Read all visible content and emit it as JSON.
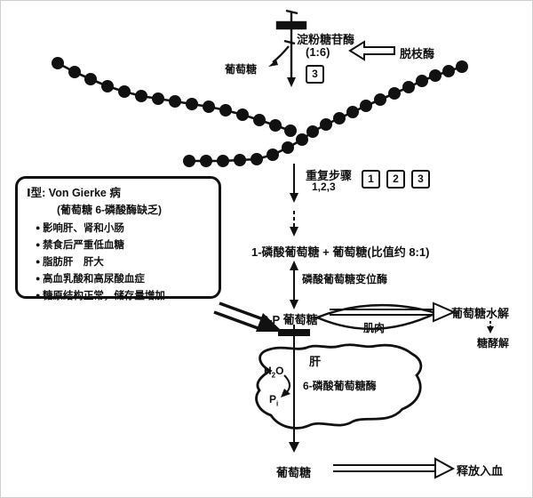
{
  "diagram": {
    "top": {
      "enzyme": "淀粉糖苷酶",
      "ratio": "(1:6)",
      "step_box": "3",
      "released_glucose": "葡萄糖",
      "debranching_enzyme": "脱枝酶"
    },
    "middle": {
      "repeat_label": "重复步骤",
      "repeat_numbers": "1,2,3",
      "step_boxes": [
        "1",
        "2",
        "3"
      ],
      "g1p_line": "1-磷酸葡萄糖 + 葡萄糖(比值约 8:1)",
      "mutase": "磷酸葡萄糖变位酶",
      "g6p": "6-P 葡萄糖"
    },
    "muscle": {
      "label": "肌肉",
      "fate": "葡萄糖水解",
      "glycolysis": "糖酵解"
    },
    "liver": {
      "label": "肝",
      "enzyme": "6-磷酸葡萄糖酶",
      "h2o_base": "H",
      "h2o_sub": "2",
      "h2o_rest": "O",
      "pi_base": "P",
      "pi_sub": "i"
    },
    "bottom": {
      "glucose": "葡萄糖",
      "release": "释放入血"
    },
    "callout": {
      "title": "Ⅰ型: Von Gierke 病",
      "subtitle": "(葡萄糖 6-磷酸酶缺乏)",
      "bullets": [
        "影响肝、肾和小肠",
        "禁食后严重低血糖",
        "脂肪肝　肝大",
        "高血乳酸和高尿酸血症",
        "糖原结构正常，储存量增加"
      ]
    },
    "colors": {
      "ink": "#111111",
      "paper": "#ffffff"
    }
  }
}
